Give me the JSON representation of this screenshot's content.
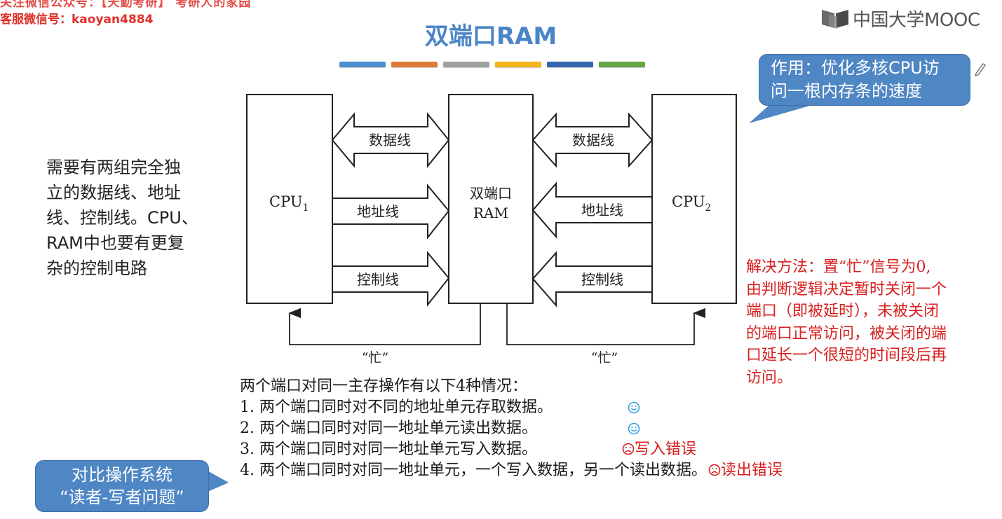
{
  "watermark": {
    "line1": "关注微信公众号：【天勤考研】 考研人的家园",
    "line2": "客服微信号：kaoyan4884"
  },
  "logo": {
    "text": "中国大学MOOC",
    "icon": "open-book-icon"
  },
  "slide": {
    "title": "双端口RAM",
    "color_bars": [
      "#4a90d0",
      "#e07a3a",
      "#a0a0a0",
      "#f2b51c",
      "#3566b0",
      "#62a744"
    ]
  },
  "callout_top": {
    "text": "作用：优化多核CPU访问一根内存条的速度",
    "line1": "作用：优化多核CPU访",
    "line2": "问一根内存条的速度",
    "color": "#4f86c4"
  },
  "left_note": {
    "lines": [
      "需要有两组完全独",
      "立的数据线、地址",
      "线、控制线。CPU、",
      "RAM中也要有更复",
      "杂的控制电路"
    ]
  },
  "diagram": {
    "cpu1": {
      "label": "CPU",
      "sub": "1"
    },
    "cpu2": {
      "label": "CPU",
      "sub": "2"
    },
    "ram": {
      "line1": "双端口",
      "line2": "RAM"
    },
    "buses_left": [
      {
        "label": "数据线",
        "direction": "bidirectional"
      },
      {
        "label": "地址线",
        "direction": "to-ram"
      },
      {
        "label": "控制线",
        "direction": "to-ram"
      }
    ],
    "buses_right": [
      {
        "label": "数据线",
        "direction": "bidirectional"
      },
      {
        "label": "地址线",
        "direction": "to-ram"
      },
      {
        "label": "控制线",
        "direction": "to-ram"
      }
    ],
    "busy_left": "“忙”",
    "busy_right": "“忙”"
  },
  "red_note": {
    "lines": [
      "解决方法：置“忙”信号为0,",
      "由判断逻辑决定暂时关闭一个",
      "端口（即被延时），未被关闭",
      "的端口正常访问，被关闭的端",
      "口延长一个很短的时间段后再",
      "访问。"
    ],
    "color": "#d81e1e"
  },
  "cases": {
    "intro": "两个端口对同一主存操作有以下4种情况：",
    "items": [
      {
        "text": "1. 两个端口同时对不同的地址单元存取数据。",
        "status": "ok",
        "icon": "smile-icon",
        "verdict": ""
      },
      {
        "text": "2. 两个端口同时对同一地址单元读出数据。",
        "status": "ok",
        "icon": "smile-icon",
        "verdict": ""
      },
      {
        "text": "3. 两个端口同时对同一地址单元写入数据。",
        "status": "error",
        "icon": "frown-icon",
        "verdict": "写入错误"
      },
      {
        "text": "4. 两个端口同时对同一地址单元，一个写入数据，另一个读出数据。",
        "status": "error",
        "icon": "frown-icon",
        "verdict": "读出错误"
      }
    ]
  },
  "callout_bottom": {
    "line1": "对比操作系统",
    "line2": "“读者-写者问题”",
    "color": "#4f86c4"
  }
}
